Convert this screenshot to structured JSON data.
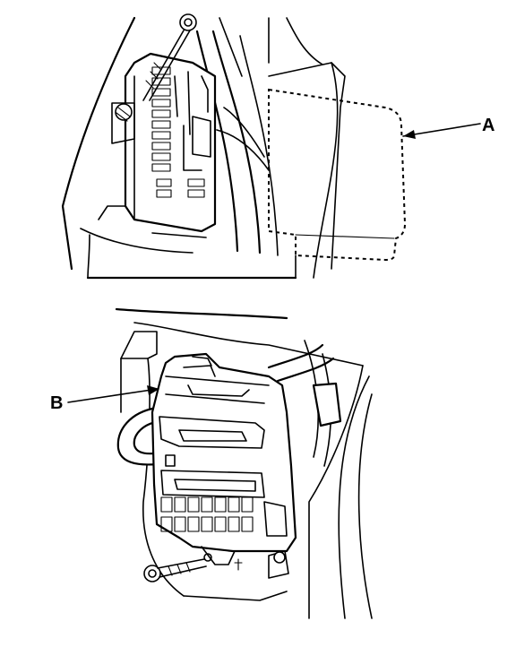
{
  "callouts": [
    {
      "id": "A",
      "label": "A"
    },
    {
      "id": "B",
      "label": "B"
    }
  ],
  "colors": {
    "ink": "#000000",
    "paper": "#ffffff"
  },
  "icons": [
    "bolt-icon",
    "arrow-icon"
  ]
}
